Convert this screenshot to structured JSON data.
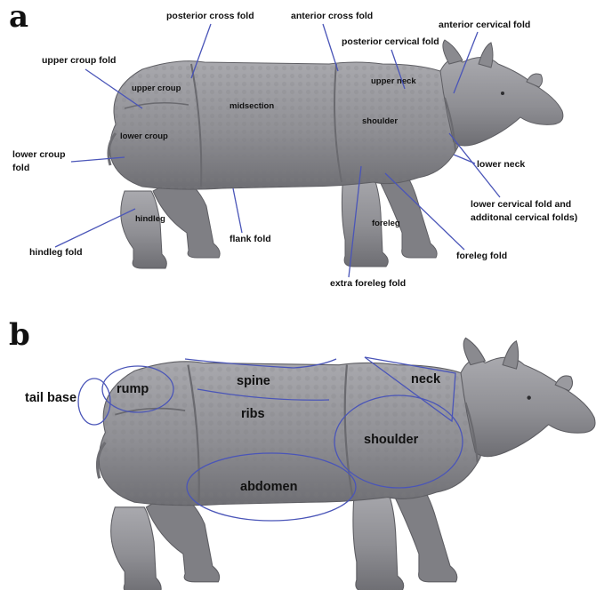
{
  "figure": {
    "panel_a": {
      "letter": "a",
      "callouts": {
        "posterior_cross_fold": "posterior cross fold",
        "anterior_cross_fold": "anterior cross fold",
        "anterior_cervical_fold": "anterior cervical fold",
        "posterior_cervical_fold": "posterior cervical fold",
        "upper_croup_fold": "upper croup fold",
        "lower_croup_fold_line1": "lower croup",
        "lower_croup_fold_line2": "fold",
        "lower_neck": "lower neck",
        "lower_cervical_line1": "lower cervical fold and",
        "lower_cervical_line2": "additonal cervical folds)",
        "flank_fold": "flank fold",
        "hindleg_fold": "hindleg fold",
        "foreleg_fold": "foreleg fold",
        "extra_foreleg_fold": "extra foreleg fold"
      },
      "regions": {
        "upper_croup": "upper croup",
        "midsection": "midsection",
        "upper_neck": "upper neck",
        "shoulder": "shoulder",
        "lower_croup": "lower croup",
        "hindleg": "hindleg",
        "foreleg": "foreleg"
      }
    },
    "panel_b": {
      "letter": "b",
      "regions": {
        "tail_base": "tail base",
        "rump": "rump",
        "spine": "spine",
        "ribs": "ribs",
        "neck": "neck",
        "shoulder": "shoulder",
        "abdomen": "abdomen"
      }
    },
    "colors": {
      "annotation": "#4a55b8",
      "rhino_skin": "#8f8f94",
      "rhino_shadow": "#6e6e73",
      "rhino_highlight": "#b4b4b8",
      "text": "#111111"
    }
  }
}
